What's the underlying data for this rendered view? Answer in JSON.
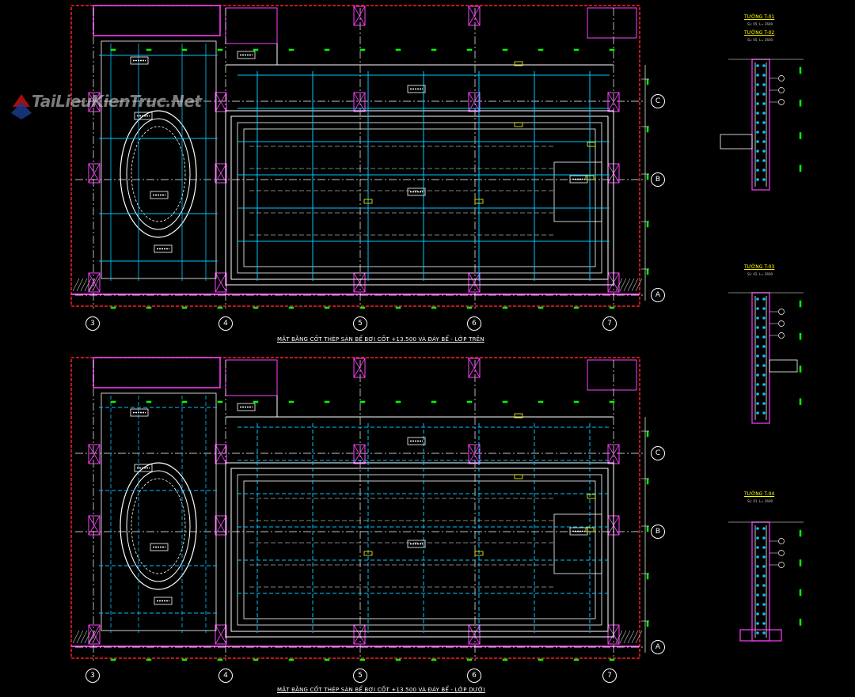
{
  "watermark": {
    "text": "TaiLieuKienTruc.Net",
    "icon": "house-logo-icon"
  },
  "colors": {
    "boundary": "#ff2020",
    "grid": "#ffffff",
    "rebar": "#00c8ff",
    "wall": "#ff40ff",
    "dim": "#00ff00",
    "tag": "#ffff00",
    "hatch": "#c0c0c0"
  },
  "plans": [
    {
      "title": "MẶT BẰNG CỐT THÉP SÀN BỂ BƠI CỐT +13.500 VÀ ĐÁY BỂ - LỚP TRÊN",
      "columns": [
        "3",
        "4",
        "5",
        "6",
        "7"
      ],
      "rows": [
        "C",
        "B",
        "A"
      ],
      "layer": "top"
    },
    {
      "title": "MẶT BẰNG CỐT THÉP SÀN BỂ BƠI CỐT +13.500 VÀ ĐÁY BỂ - LỚP DƯỚI",
      "columns": [
        "3",
        "4",
        "5",
        "6",
        "7"
      ],
      "rows": [
        "C",
        "B",
        "A"
      ],
      "layer": "bottom"
    }
  ],
  "sections": [
    {
      "title": "TƯỜNG T-01",
      "title2": "TƯỜNG T-02",
      "subtitle": "SL: 05, L= 2600",
      "tags": [
        "①",
        "②",
        "③"
      ]
    },
    {
      "title": "TƯỜNG T-03",
      "subtitle": "SL: 02, L= 2600",
      "tags": [
        "①",
        "②",
        "③"
      ]
    },
    {
      "title": "TƯỜNG T-04",
      "subtitle": "SL: 01, L= 2600",
      "tags": [
        "①",
        "②",
        "③"
      ]
    }
  ]
}
